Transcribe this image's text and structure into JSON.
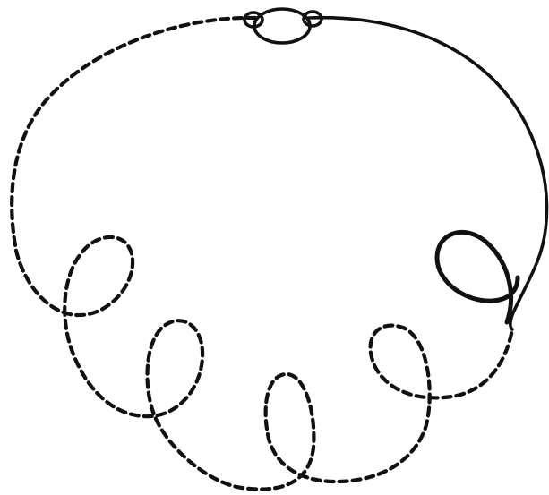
{
  "figure": {
    "kind": "loop-path-illustration",
    "background": "#ffffff",
    "ink": "#111111",
    "segments": [
      {
        "name": "dashed-path",
        "style": "dashed"
      },
      {
        "name": "solid-path",
        "style": "solid"
      },
      {
        "name": "oval-knot",
        "style": "solid"
      }
    ]
  }
}
